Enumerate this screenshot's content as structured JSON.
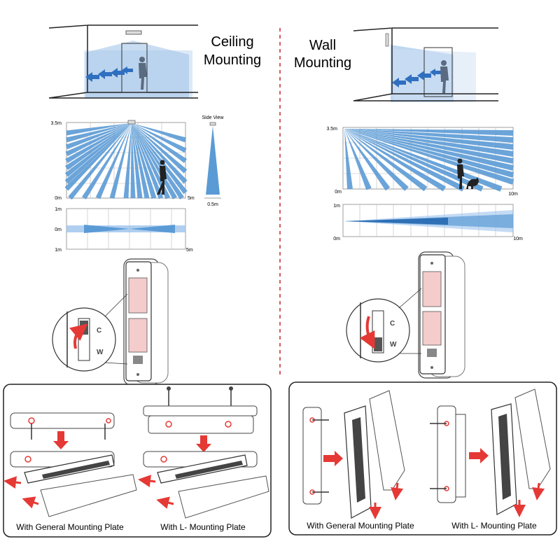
{
  "ceiling": {
    "title_line1": "Ceiling",
    "title_line2": "Mounting",
    "side_label": "Side View",
    "y_top": "3.5m",
    "y_bottom": "0m",
    "x_end": "5m",
    "side_width": "0.5m",
    "top_y_up": "1m",
    "top_y_mid": "0m",
    "top_y_down": "1m",
    "top_x_end": "5m",
    "switch_c": "C",
    "switch_w": "W",
    "caption_general": "With General Mounting Plate",
    "caption_l": "With L- Mounting Plate"
  },
  "wall": {
    "title_line1": "Wall",
    "title_line2": "Mounting",
    "y_top": "3.5m",
    "y_bottom": "0m",
    "x_end": "10m",
    "top_y_up": "1m",
    "top_y_bottom": "0m",
    "top_x_end": "10m",
    "switch_c": "C",
    "switch_w": "W",
    "caption_general": "With General Mounting Plate",
    "caption_l": "With L- Mounting Plate"
  },
  "colors": {
    "beam": "#5b9bd5",
    "beam_dark": "#2e6fb5",
    "arrow_red": "#e53935",
    "divider": "#c62828",
    "lens": "#f4cccc"
  }
}
